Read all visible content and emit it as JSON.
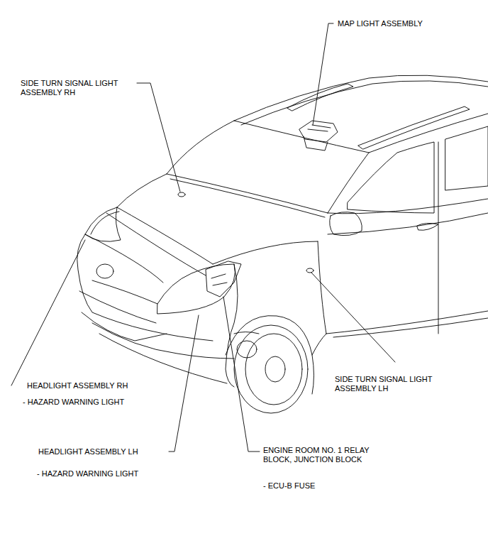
{
  "diagram": {
    "labels": [
      "MAP LIGHT ASSEMBLY",
      "SIDE TURN SIGNAL LIGHT ASSEMBLY RH",
      "HEADLIGHT ASSEMBLY RH",
      "- HAZARD WARNING LIGHT",
      "HEADLIGHT ASSEMBLY LH",
      "- HAZARD WARNING LIGHT",
      "ENGINE ROOM NO. 1 RELAY BLOCK, JUNCTION BLOCK",
      "- ECU-B FUSE",
      "SIDE TURN SIGNAL LIGHT ASSEMBLY LH"
    ]
  }
}
